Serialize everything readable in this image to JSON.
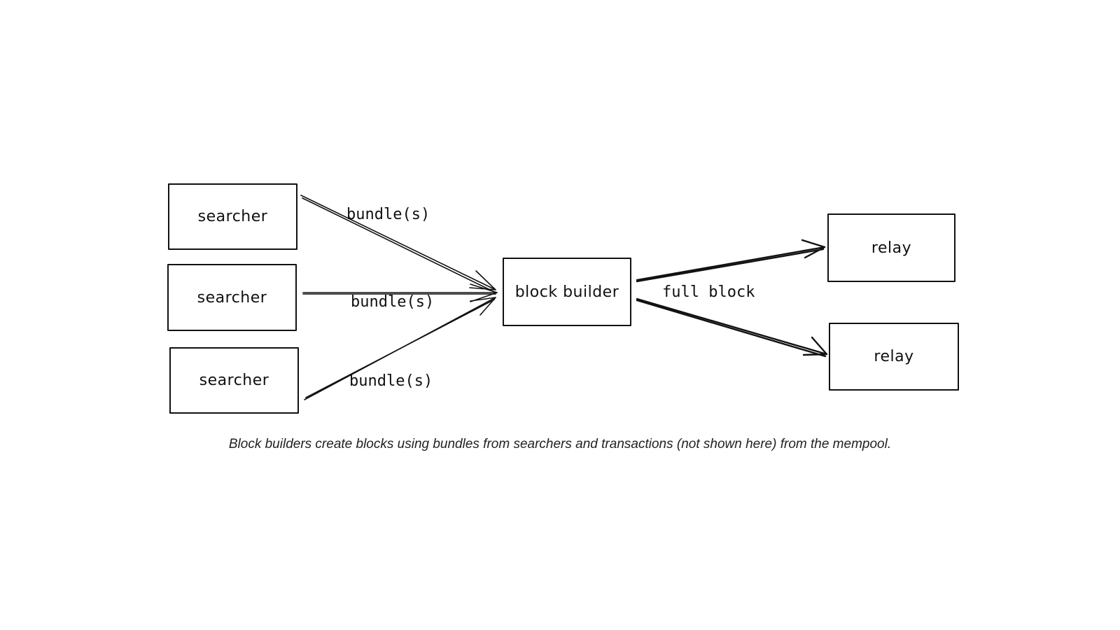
{
  "nodes": {
    "searcher_1": "searcher",
    "searcher_2": "searcher",
    "searcher_3": "searcher",
    "block_builder": "block builder",
    "relay_1": "relay",
    "relay_2": "relay"
  },
  "edges": {
    "bundle_1": "bundle(s)",
    "bundle_2": "bundle(s)",
    "bundle_3": "bundle(s)",
    "full_block": "full block"
  },
  "caption": "Block builders create blocks using bundles from searchers and transactions (not shown here) from the mempool.",
  "colors": {
    "stroke": "#111111",
    "background": "#ffffff"
  }
}
